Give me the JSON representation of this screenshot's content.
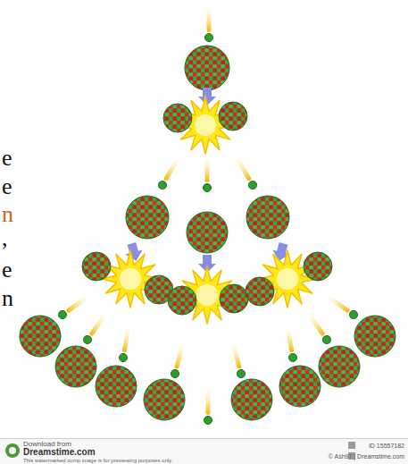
{
  "diagram": {
    "labels": [
      "e",
      "e",
      "n",
      ",",
      "e",
      "n",
      "Download from",
      "Dreamstime.com",
      "This watermarked comp image is for previewing purposes only.",
      "ID 15557182",
      "© Ash97 | Dreamstime.com"
    ]
  }
}
